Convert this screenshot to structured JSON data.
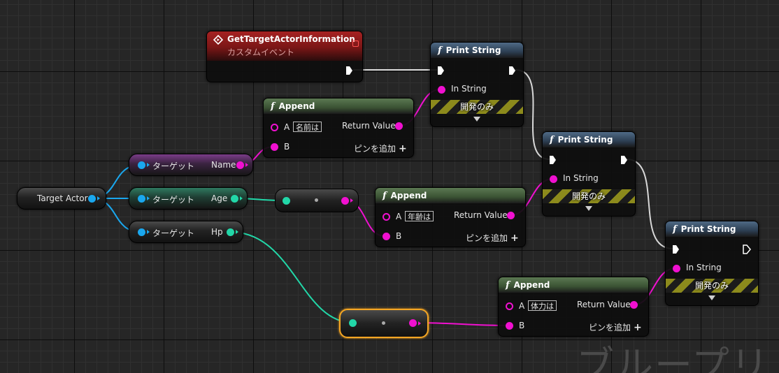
{
  "watermark": "ブループリ",
  "event": {
    "title": "GetTargetActorInformation",
    "subtitle": "カスタムイベント",
    "header_color": "#8d1b1b"
  },
  "print_strings": [
    {
      "title": "Print String",
      "in_string": "In String",
      "dev_only": "開発のみ"
    },
    {
      "title": "Print String",
      "in_string": "In String",
      "dev_only": "開発のみ"
    },
    {
      "title": "Print String",
      "in_string": "In String",
      "dev_only": "開発のみ"
    }
  ],
  "appends": [
    {
      "title": "Append",
      "a_label": "A",
      "a_value": "名前は",
      "b_label": "B",
      "return_value": "Return Value",
      "add_pin": "ピンを追加"
    },
    {
      "title": "Append",
      "a_label": "A",
      "a_value": "年齢は",
      "b_label": "B",
      "return_value": "Return Value",
      "add_pin": "ピンを追加"
    },
    {
      "title": "Append",
      "a_label": "A",
      "a_value": "体力は",
      "b_label": "B",
      "return_value": "Return Value",
      "add_pin": "ピンを追加"
    }
  ],
  "target_actor": {
    "label": "Target Actor"
  },
  "getters": [
    {
      "target": "ターゲット",
      "output": "Name"
    },
    {
      "target": "ターゲット",
      "output": "Age"
    },
    {
      "target": "ターゲット",
      "output": "Hp"
    }
  ],
  "colors": {
    "string_pin": "#f010d0",
    "object_pin": "#1aa7ee",
    "number_pin": "#22d7a8",
    "exec_wire": "#d8d8d8",
    "selection": "#f5a623"
  }
}
